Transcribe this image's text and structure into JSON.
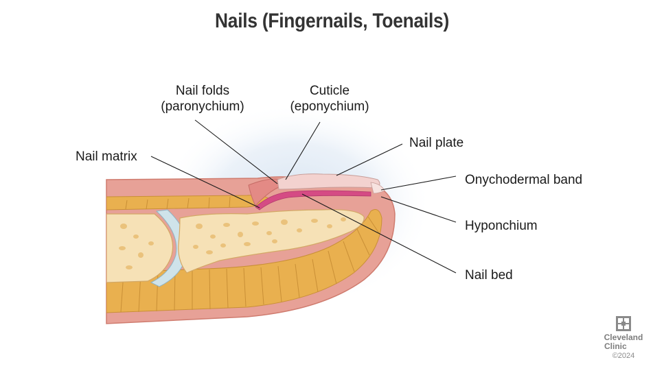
{
  "title": "Nails (Fingernails, Toenails)",
  "labels": {
    "nail_folds": {
      "line1": "Nail folds",
      "line2": "(paronychium)"
    },
    "cuticle": {
      "line1": "Cuticle",
      "line2": "(eponychium)"
    },
    "nail_matrix": "Nail matrix",
    "nail_plate": "Nail plate",
    "onychodermal_band": "Onychodermal band",
    "hyponchium": "Hyponchium",
    "nail_bed": "Nail bed"
  },
  "logo": {
    "line1": "Cleveland",
    "line2": "Clinic",
    "copyright": "©2024"
  },
  "colors": {
    "skin": "#e7a197",
    "skin_edge": "#d17a6c",
    "fat": "#e9b04f",
    "bone": "#f6e1b6",
    "bone_spots": "#eac27c",
    "cartilage": "#cfe3ea",
    "nail_plate": "#f3d2cf",
    "nail_matrix": "#d54b84",
    "glow": "#dce7f3"
  }
}
